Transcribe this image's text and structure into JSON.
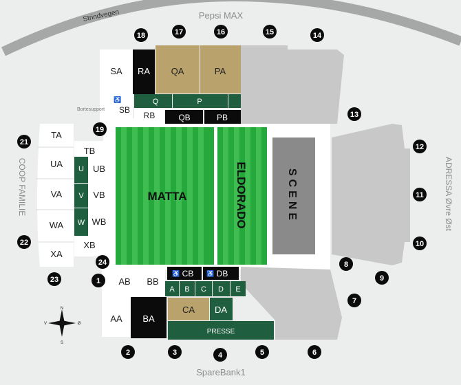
{
  "road": "Strindvegen",
  "stands": {
    "north": "Pepsi MAX",
    "south": "SpareBank1",
    "west": "COOP FAMILIE",
    "east": "ADRESSA Øvre Øst"
  },
  "labels": {
    "away_support": "Bortesupport",
    "pitch": "MATTA",
    "eldorado": "ELDORADO",
    "stage": "SCENE",
    "press": "PRESSE"
  },
  "sections": {
    "SA": "SA",
    "RA": "RA",
    "QA": "QA",
    "PA": "PA",
    "SB": "SB",
    "RB": "RB",
    "Q": "Q",
    "P": "P",
    "QB": "QB",
    "PB": "PB",
    "TA": "TA",
    "UA": "UA",
    "VA": "VA",
    "WA": "WA",
    "XA": "XA",
    "TB": "TB",
    "UB": "UB",
    "VB": "VB",
    "WB": "WB",
    "XB": "XB",
    "U": "U",
    "V": "V",
    "W": "W",
    "AB": "AB",
    "BB": "BB",
    "CB": "CB",
    "DB": "DB",
    "A": "A",
    "B": "B",
    "C": "C",
    "D": "D",
    "E": "E",
    "AA": "AA",
    "BA": "BA",
    "CA": "CA",
    "DA": "DA"
  },
  "entrances": [
    "1",
    "2",
    "3",
    "4",
    "5",
    "6",
    "7",
    "8",
    "9",
    "10",
    "11",
    "12",
    "13",
    "14",
    "15",
    "16",
    "17",
    "18",
    "19",
    "21",
    "22",
    "23",
    "24"
  ],
  "compass": {
    "n": "N",
    "s": "S",
    "w": "V",
    "e": "Ø"
  },
  "colors": {
    "background": "#eceded",
    "grass": "#25a83c",
    "grass_stripe": "#3fbd50",
    "dark_green": "#1f5e3e",
    "gold": "#b9a26c",
    "black": "#0b0b0b",
    "grey_stand": "#c9c8c8",
    "stage": "#8a8a8a",
    "white": "#ffffff"
  }
}
